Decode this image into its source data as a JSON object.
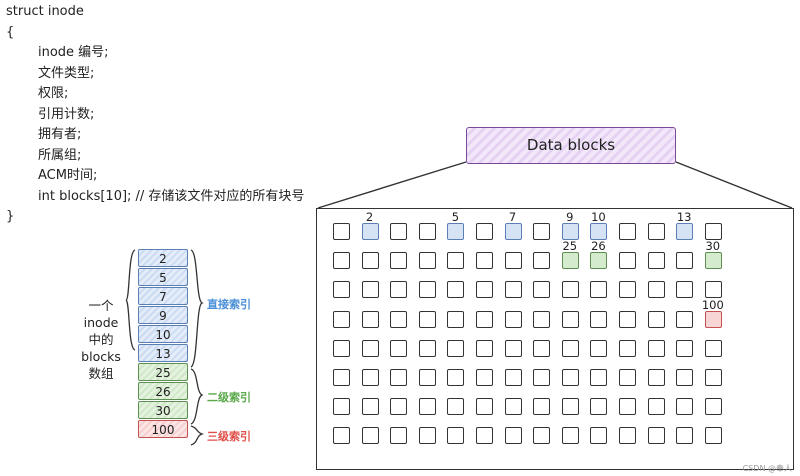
{
  "code": {
    "lines": [
      {
        "text": "struct inode",
        "indent": false
      },
      {
        "text": "{",
        "indent": false
      },
      {
        "text": "inode 编号;",
        "indent": true
      },
      {
        "text": "文件类型;",
        "indent": true
      },
      {
        "text": "权限;",
        "indent": true
      },
      {
        "text": "引用计数;",
        "indent": true
      },
      {
        "text": "拥有者;",
        "indent": true
      },
      {
        "text": "所属组;",
        "indent": true
      },
      {
        "text": "ACM时间;",
        "indent": true
      },
      {
        "text": "int blocks[10]; // 存储该文件对应的所有块号",
        "indent": true
      },
      {
        "text": "}",
        "indent": false
      }
    ]
  },
  "inode_array": {
    "label_lines": [
      "一个",
      "inode",
      "中的",
      "blocks",
      "数组"
    ],
    "cells": [
      {
        "value": "2",
        "kind": "direct"
      },
      {
        "value": "5",
        "kind": "direct"
      },
      {
        "value": "7",
        "kind": "direct"
      },
      {
        "value": "9",
        "kind": "direct"
      },
      {
        "value": "10",
        "kind": "direct"
      },
      {
        "value": "13",
        "kind": "direct"
      },
      {
        "value": "25",
        "kind": "second"
      },
      {
        "value": "26",
        "kind": "second"
      },
      {
        "value": "30",
        "kind": "second"
      },
      {
        "value": "100",
        "kind": "third"
      }
    ],
    "categories": {
      "direct": {
        "label": "直接索引",
        "color": "#4a8fd8"
      },
      "second": {
        "label": "二级索引",
        "color": "#5aa84a"
      },
      "third": {
        "label": "三级索引",
        "color": "#e0504a"
      }
    }
  },
  "data_blocks": {
    "title": "Data blocks",
    "columns": 14,
    "rows": 8,
    "highlighted": [
      {
        "label": "2",
        "row": 0,
        "col": 1,
        "kind": "direct"
      },
      {
        "label": "5",
        "row": 0,
        "col": 4,
        "kind": "direct"
      },
      {
        "label": "7",
        "row": 0,
        "col": 6,
        "kind": "direct"
      },
      {
        "label": "9",
        "row": 0,
        "col": 8,
        "kind": "direct"
      },
      {
        "label": "10",
        "row": 0,
        "col": 9,
        "kind": "direct"
      },
      {
        "label": "13",
        "row": 0,
        "col": 12,
        "kind": "direct"
      },
      {
        "label": "25",
        "row": 1,
        "col": 8,
        "kind": "second"
      },
      {
        "label": "26",
        "row": 1,
        "col": 9,
        "kind": "second"
      },
      {
        "label": "30",
        "row": 1,
        "col": 13,
        "kind": "second"
      },
      {
        "label": "100",
        "row": 3,
        "col": 13,
        "kind": "third"
      }
    ]
  },
  "watermark": "CSDN @奉人"
}
